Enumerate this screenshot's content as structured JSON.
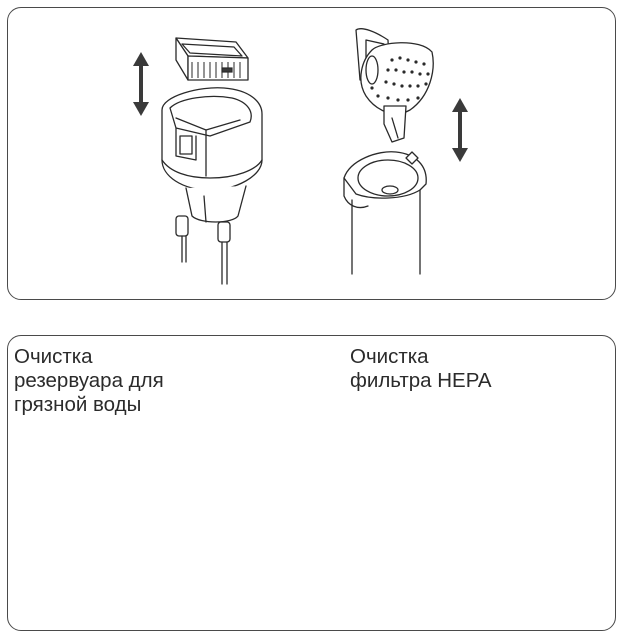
{
  "panels": {
    "top": {
      "illustrations": [
        "hepa-filter-cover-removal-illustration",
        "dirty-water-tank-filter-removal-illustration"
      ]
    },
    "bottom": {
      "left_caption": [
        "Очистка",
        "резервуара для",
        "грязной воды"
      ],
      "right_caption": [
        "Очистка",
        "фильтра HEPA"
      ]
    }
  },
  "icons": {
    "arrow_left": "double-arrow-vertical-icon",
    "arrow_right": "double-arrow-vertical-icon"
  },
  "colors": {
    "border": "#4a4a4a",
    "ink": "#2a2a2a",
    "arrow": "#3a3a3a",
    "brush": "#8c8c8c",
    "sponge": "#d9d9d9"
  }
}
